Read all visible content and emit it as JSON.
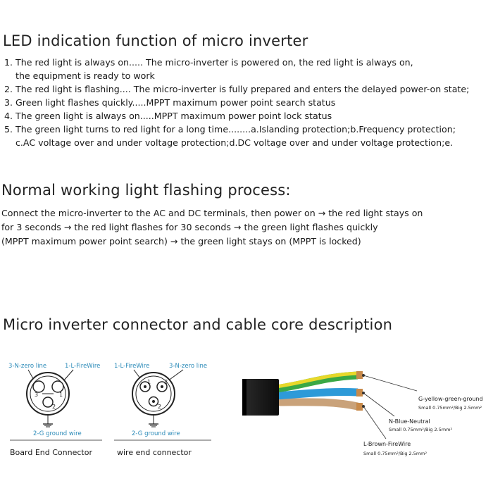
{
  "section1": {
    "title": "LED indication function of micro inverter",
    "items": [
      {
        "num": "1.",
        "lines": [
          "The red light is always on..... The micro-inverter is powered on, the red light is always on,",
          "the equipment is ready to work"
        ]
      },
      {
        "num": "2.",
        "lines": [
          "The red light is flashing.... The micro-inverter is fully prepared and enters the delayed power-on state;"
        ]
      },
      {
        "num": "3.",
        "lines": [
          "Green light flashes quickly.....MPPT maximum power point search status"
        ]
      },
      {
        "num": "4.",
        "lines": [
          "The green light is always on.....MPPT maximum power point lock status"
        ]
      },
      {
        "num": "5.",
        "lines": [
          "The green light turns to red light for a long time........a.Islanding protection;b.Frequency protection;",
          "c.AC voltage over and under voltage protection;d.DC voltage over and under voltage protection;e."
        ]
      }
    ]
  },
  "section2": {
    "title": "Normal working light flashing process:",
    "lines": [
      "Connect the micro-inverter to the AC and DC terminals, then power on → the red light stays on",
      "for 3 seconds → the red light flashes for 30 seconds → the green light flashes quickly",
      "(MPPT maximum power point search) → the green light stays on (MPPT is locked)"
    ]
  },
  "section3": {
    "title": "Micro inverter connector and cable core description",
    "board_connector": {
      "label_n": "3-N-zero line",
      "label_l": "1-L-FireWire",
      "label_g": "2-G ground wire",
      "pin1": "1",
      "pin2": "2",
      "pin3": "3",
      "caption": "Board End Connector"
    },
    "wire_connector": {
      "label_l": "1-L-FireWire",
      "label_n": "3-N-zero line",
      "label_g": "2-G ground wire",
      "pin1": "1",
      "pin2": "2",
      "pin3": "3",
      "caption": "wire end connector"
    },
    "cable": {
      "ground_name": "G-yellow-green-ground",
      "ground_size": "Small 0.75mm²/Big 2.5mm²",
      "neutral_name": "N-Blue-Neutral",
      "neutral_size": "Small 0.75mm²/Big 2.5mm²",
      "fire_name": "L-Brown-FireWire",
      "fire_size": "Small 0.75mm²/Big 2.5mm²",
      "colors": {
        "yellow": "#e8d82a",
        "green": "#3aa845",
        "blue": "#2d9ad8",
        "brown": "#c9a27a",
        "jacket": "#111111"
      }
    }
  }
}
